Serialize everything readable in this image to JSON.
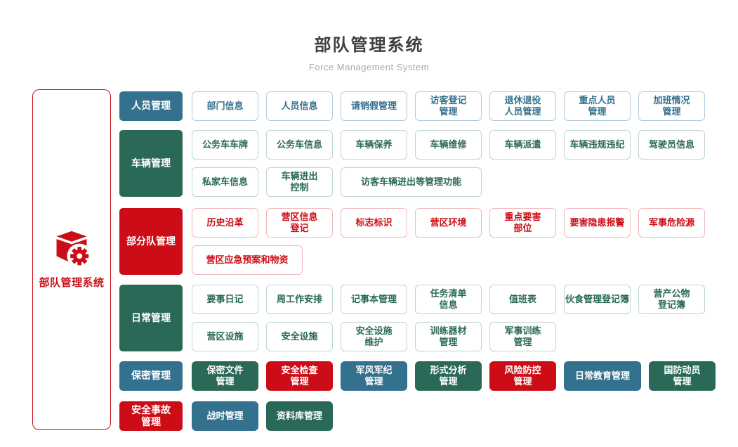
{
  "header": {
    "title": "部队管理系统",
    "subtitle": "Force Management System"
  },
  "root": {
    "label": "部队管理系统",
    "icon": "cube-gear-icon"
  },
  "colors": {
    "blue": "#34718f",
    "green": "#2a6957",
    "red": "#cc0d17",
    "blue_border": "#b3cbdd",
    "green_border": "#bdd6cb",
    "red_border": "#f1b7ba",
    "title_text": "#3f3f3f",
    "subtitle_text": "#a8a8a8"
  },
  "rows": [
    {
      "category": {
        "label": "人员管理",
        "color": "blue"
      },
      "itemStyle": "outline",
      "itemColor": "blue",
      "lines": [
        [
          {
            "label": "部门信息"
          },
          {
            "label": "人员信息"
          },
          {
            "label": "请销假管理"
          },
          {
            "label": "访客登记\n管理"
          },
          {
            "label": "退休退役\n人员管理"
          },
          {
            "label": "重点人员\n管理"
          },
          {
            "label": "加班情况\n管理"
          }
        ]
      ]
    },
    {
      "category": {
        "label": "车辆管理",
        "color": "green"
      },
      "itemStyle": "outline",
      "itemColor": "green",
      "lines": [
        [
          {
            "label": "公务车车牌"
          },
          {
            "label": "公务车信息"
          },
          {
            "label": "车辆保养"
          },
          {
            "label": "车辆维修"
          },
          {
            "label": "车辆派遣"
          },
          {
            "label": "车辆违规违纪"
          },
          {
            "label": "驾驶员信息"
          }
        ],
        [
          {
            "label": "私家车信息"
          },
          {
            "label": "车辆进出\n控制"
          },
          {
            "label": "访客车辆进出等管理功能",
            "size": "xl"
          }
        ]
      ]
    },
    {
      "category": {
        "label": "部分队管理",
        "color": "red"
      },
      "itemStyle": "outline",
      "itemColor": "red",
      "lines": [
        [
          {
            "label": "历史沿革"
          },
          {
            "label": "营区信息\n登记"
          },
          {
            "label": "标志标识"
          },
          {
            "label": "营区环境"
          },
          {
            "label": "重点要害\n部位"
          },
          {
            "label": "要害隐患报警"
          },
          {
            "label": "军事危险源"
          }
        ],
        [
          {
            "label": "营区应急预案和物资",
            "size": "lg"
          }
        ]
      ]
    },
    {
      "category": {
        "label": "日常管理",
        "color": "green"
      },
      "itemStyle": "outline",
      "itemColor": "green",
      "lines": [
        [
          {
            "label": "要事日记"
          },
          {
            "label": "周工作安排"
          },
          {
            "label": "记事本管理"
          },
          {
            "label": "任务清单\n信息"
          },
          {
            "label": "值班表"
          },
          {
            "label": "伙食管理登记簿"
          },
          {
            "label": "营产公物\n登记簿"
          }
        ],
        [
          {
            "label": "营区设施"
          },
          {
            "label": "安全设施"
          },
          {
            "label": "安全设施\n维护"
          },
          {
            "label": "训练器材\n管理"
          },
          {
            "label": "军事训练\n管理"
          }
        ]
      ]
    },
    {
      "category": {
        "label": "保密管理",
        "color": "blue"
      },
      "itemStyle": "solid",
      "lines": [
        [
          {
            "label": "保密文件\n管理",
            "color": "green"
          },
          {
            "label": "安全检查\n管理",
            "color": "red"
          },
          {
            "label": "军风军纪\n管理",
            "color": "blue"
          },
          {
            "label": "形式分析\n管理",
            "color": "green"
          },
          {
            "label": "风险防控\n管理",
            "color": "red"
          },
          {
            "label": "日常教育管理",
            "color": "blue",
            "size": "md"
          },
          {
            "label": "国防动员\n管理",
            "color": "green"
          }
        ]
      ]
    },
    {
      "category": {
        "label": "安全事故\n管理",
        "color": "red"
      },
      "itemStyle": "solid",
      "lines": [
        [
          {
            "label": "战时管理",
            "color": "blue"
          },
          {
            "label": "资料库管理",
            "color": "green"
          }
        ]
      ]
    }
  ]
}
